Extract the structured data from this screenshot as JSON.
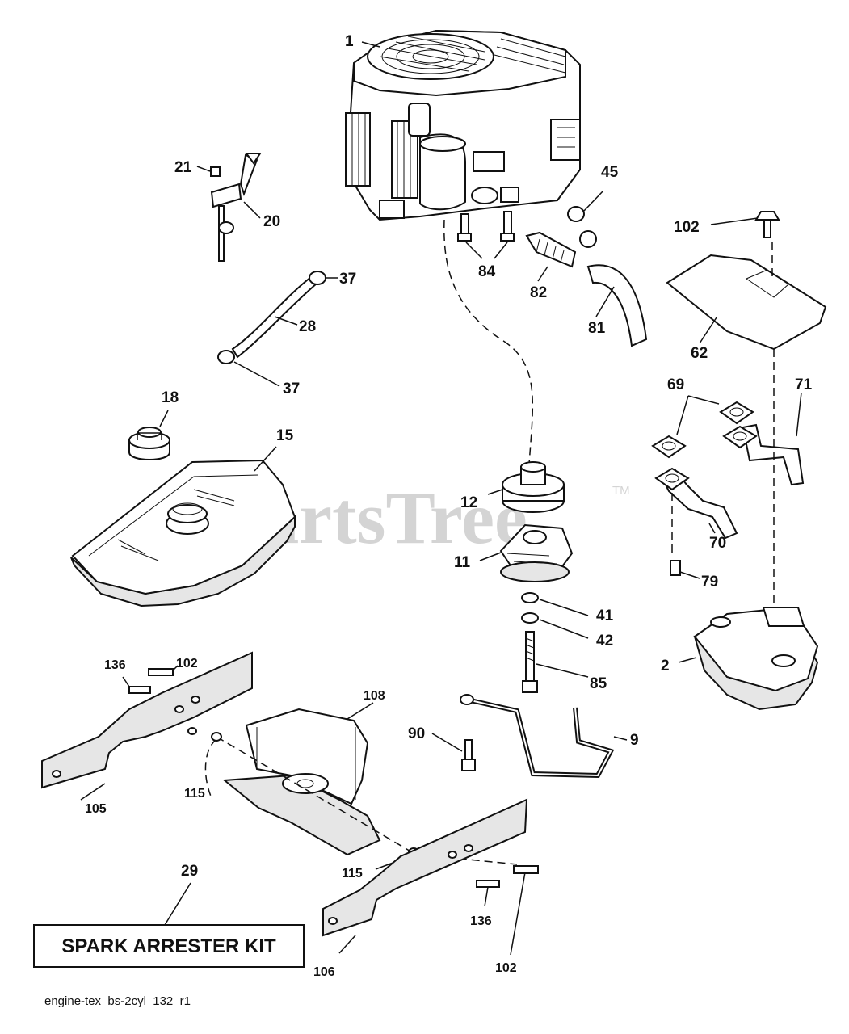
{
  "watermark": {
    "text": "PartsTree",
    "tm": "TM"
  },
  "kit_box": {
    "label": "SPARK ARRESTER KIT"
  },
  "drawing_code": "engine-tex_bs-2cyl_132_r1",
  "callouts": {
    "c1": "1",
    "c2": "2",
    "c9": "9",
    "c11": "11",
    "c12": "12",
    "c15": "15",
    "c18": "18",
    "c20": "20",
    "c21": "21",
    "c28": "28",
    "c29": "29",
    "c37a": "37",
    "c37b": "37",
    "c41": "41",
    "c42": "42",
    "c45": "45",
    "c62": "62",
    "c69": "69",
    "c70": "70",
    "c71": "71",
    "c79": "79",
    "c81": "81",
    "c82": "82",
    "c84": "84",
    "c85": "85",
    "c90": "90",
    "c102a": "102",
    "c102b": "102",
    "c102c": "102",
    "c105": "105",
    "c106": "106",
    "c108": "108",
    "c115a": "115",
    "c115b": "115",
    "c136a": "136",
    "c136b": "136"
  }
}
